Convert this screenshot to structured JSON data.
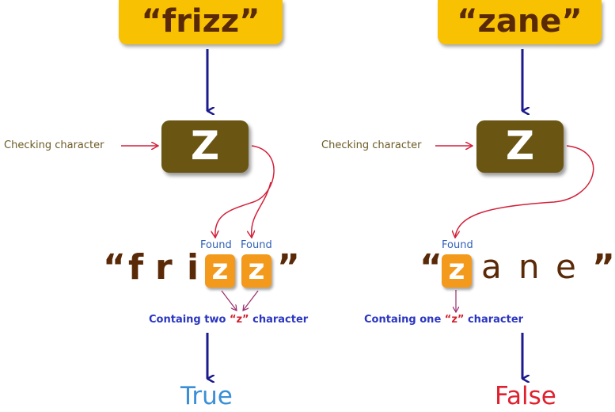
{
  "left": {
    "input": "“frizz”",
    "check_char": "Z",
    "check_label": "Checking character",
    "found_labels": [
      "Found",
      "Found"
    ],
    "open_quote": "“",
    "close_quote": "”",
    "letters": [
      "f",
      "r",
      "i"
    ],
    "matches": [
      "z",
      "z"
    ],
    "summary_pre": "Containg two ",
    "summary_char": "“z”",
    "summary_post": " character",
    "result": "True"
  },
  "right": {
    "input": "“zane”",
    "check_char": "Z",
    "check_label": "Checking character",
    "found_labels": [
      "Found"
    ],
    "open_quote": "“",
    "close_quote": "”",
    "matches": [
      "z"
    ],
    "letters": [
      "a",
      "n",
      "e"
    ],
    "summary_pre": "Containg one ",
    "summary_char": "“z”",
    "summary_post": " character",
    "result": "False"
  },
  "colors": {
    "true": "#3a8fd6",
    "false": "#e0202e",
    "input_box": "#f8c202",
    "check_box": "#6a5513",
    "match_tile": "#f39a1c"
  }
}
